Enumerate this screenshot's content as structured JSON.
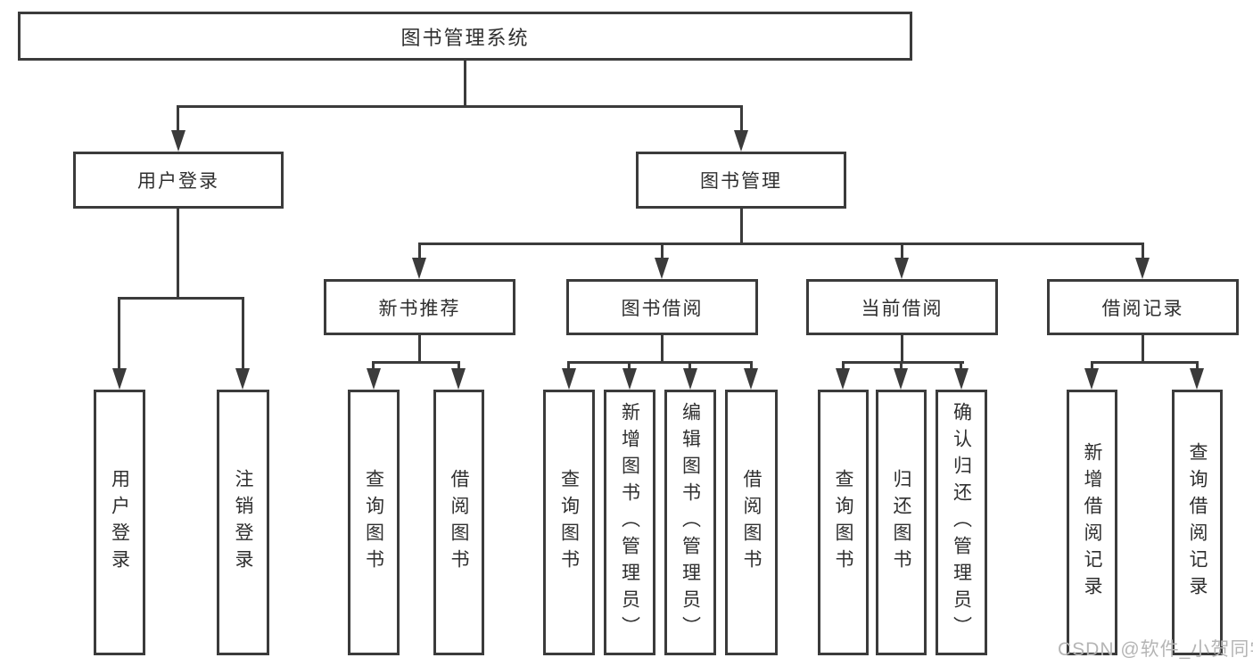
{
  "diagram": {
    "type": "tree",
    "root": {
      "label": "图书管理系统",
      "children": [
        {
          "label": "用户登录",
          "children": [
            {
              "label": "用户登录"
            },
            {
              "label": "注销登录"
            }
          ]
        },
        {
          "label": "图书管理",
          "children": [
            {
              "label": "新书推荐",
              "children": [
                {
                  "label": "查询图书"
                },
                {
                  "label": "借阅图书"
                }
              ]
            },
            {
              "label": "图书借阅",
              "children": [
                {
                  "label": "查询图书"
                },
                {
                  "label": "新增图书（管理员）"
                },
                {
                  "label": "编辑图书（管理员）"
                },
                {
                  "label": "借阅图书"
                }
              ]
            },
            {
              "label": "当前借阅",
              "children": [
                {
                  "label": "查询图书"
                },
                {
                  "label": "归还图书"
                },
                {
                  "label": "确认归还（管理员）"
                }
              ]
            },
            {
              "label": "借阅记录",
              "children": [
                {
                  "label": "新增借阅记录"
                },
                {
                  "label": "查询借阅记录"
                }
              ]
            }
          ]
        }
      ]
    }
  },
  "watermark": {
    "text": "CSDN @软件_小贺同学"
  },
  "colors": {
    "line": "#3b3b3b",
    "text": "#2f2f2f",
    "background": "#ffffff",
    "watermark": "#b5b5b5"
  }
}
